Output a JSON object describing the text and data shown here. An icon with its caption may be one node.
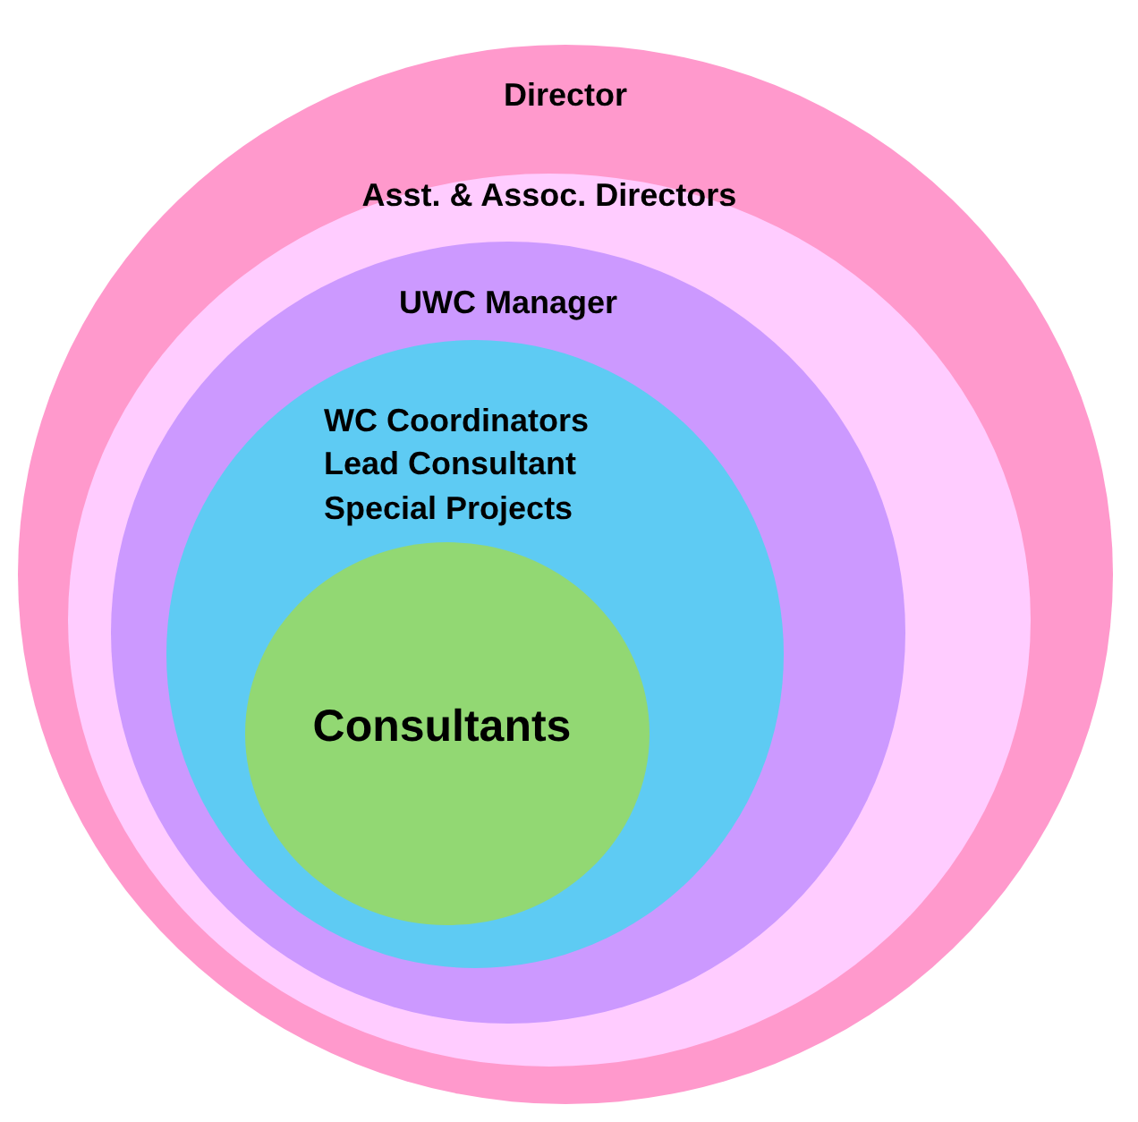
{
  "diagram": {
    "nodes": [
      {
        "text": [
          "Director"
        ]
      },
      {
        "text": [
          "Asst. & Assoc. Directors"
        ],
        "in": 0
      },
      {
        "text": [
          "UWC Manager"
        ],
        "in": 1
      },
      {
        "text": [
          "WC Coordinators",
          "Lead Consultant",
          "Special Projects"
        ],
        "in": 2
      },
      {
        "text": [
          "Consultants"
        ],
        "in": 3
      }
    ]
  }
}
